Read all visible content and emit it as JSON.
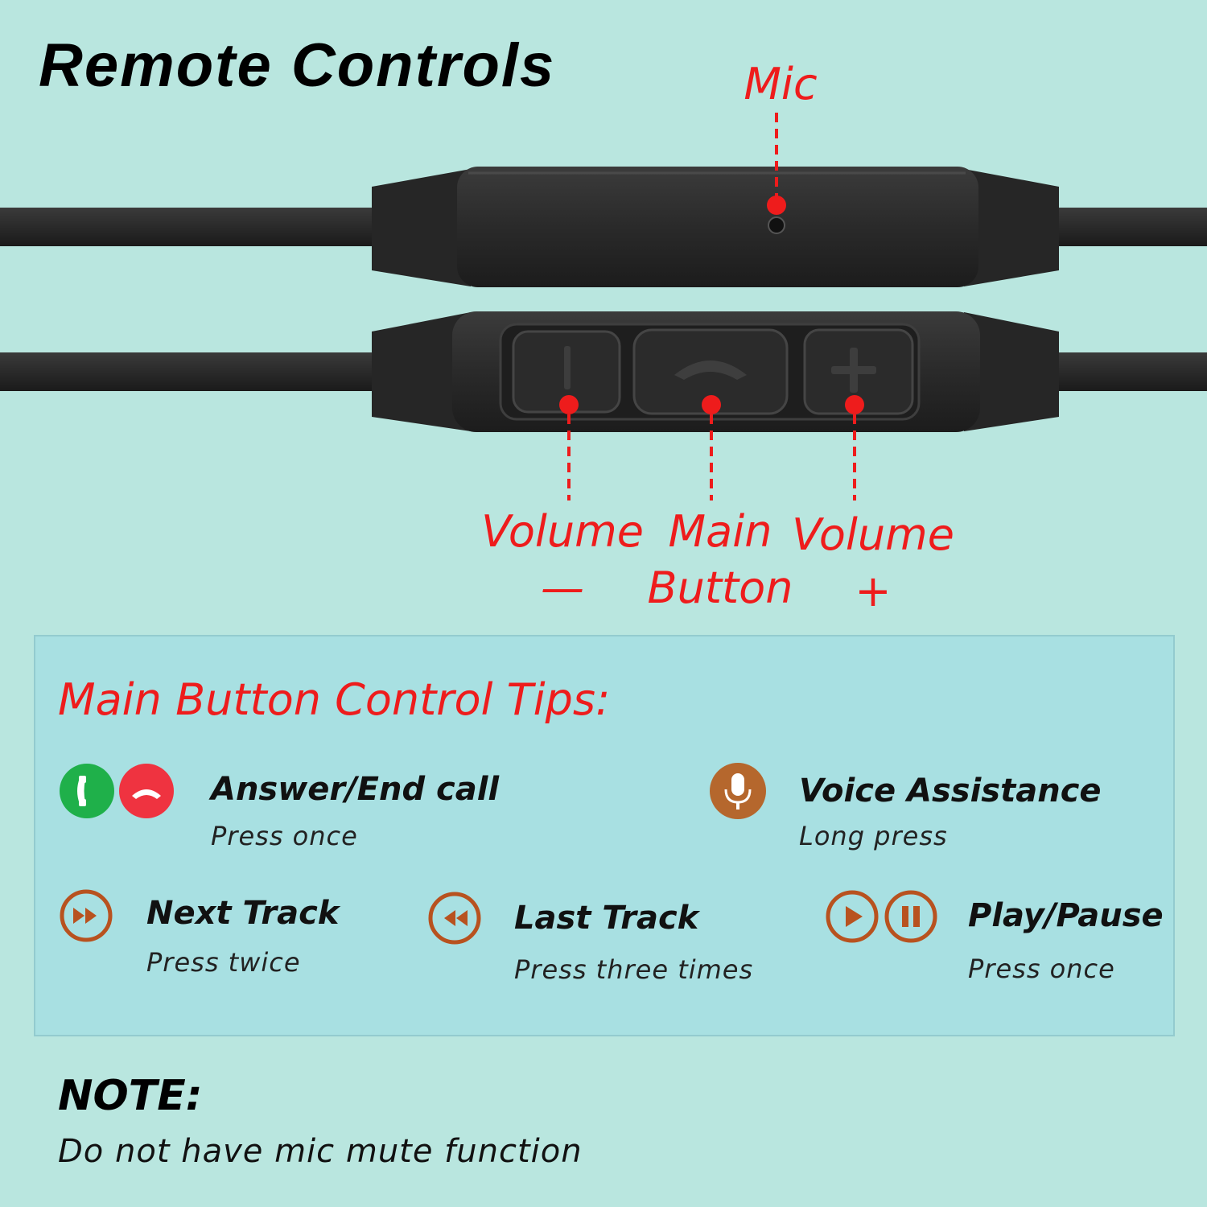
{
  "title": "Remote Controls",
  "labels": {
    "mic": "Mic",
    "volume_minus_line1": "Volume",
    "volume_minus_line2": "—",
    "main_button_line1": "Main",
    "main_button_line2": "Button",
    "volume_plus_line1": "Volume",
    "volume_plus_line2": "+"
  },
  "tips": {
    "heading": "Main Button Control Tips:",
    "answer_end": {
      "title": "Answer/End call",
      "desc": "Press once",
      "icons": [
        "answer-call-icon",
        "end-call-icon"
      ]
    },
    "voice": {
      "title": "Voice Assistance",
      "desc": "Long press",
      "icons": [
        "microphone-icon"
      ]
    },
    "next": {
      "title": "Next Track",
      "desc": "Press twice",
      "icons": [
        "fast-forward-icon"
      ]
    },
    "last": {
      "title": "Last Track",
      "desc": "Press three times",
      "icons": [
        "rewind-icon"
      ]
    },
    "play_pause": {
      "title": "Play/Pause",
      "desc": "Press once",
      "icons": [
        "play-icon",
        "pause-icon"
      ]
    }
  },
  "note": {
    "heading": "NOTE:",
    "text": "Do not have mic mute function"
  },
  "colors": {
    "background": "#b9e6df",
    "panel": "#a8e0e2",
    "accent_red": "#ee1c1c",
    "answer_green": "#1fb04a",
    "end_red": "#ef3340",
    "icon_brown": "#b5672d",
    "remote_black": "#2a2a2a"
  }
}
